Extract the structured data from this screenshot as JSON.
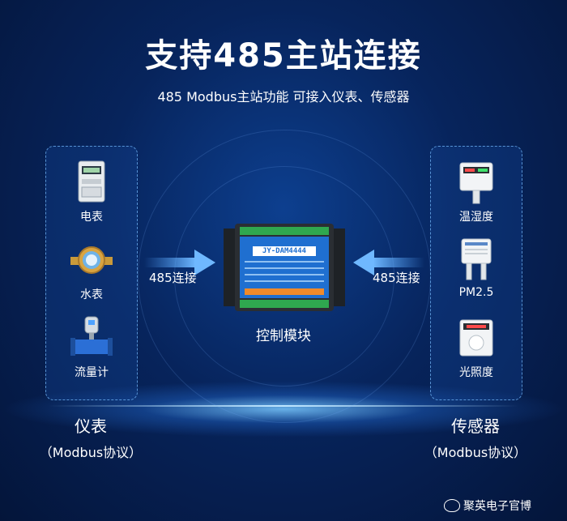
{
  "header": {
    "title": "支持485主站连接",
    "subtitle": "485 Modbus主站功能  可接入仪表、传感器"
  },
  "left_panel": {
    "items": [
      {
        "label": "电表",
        "icon": "electric-meter-icon"
      },
      {
        "label": "水表",
        "icon": "water-meter-icon"
      },
      {
        "label": "流量计",
        "icon": "flow-meter-icon"
      }
    ],
    "group_label": "仪表",
    "group_sub": "（Modbus协议）"
  },
  "right_panel": {
    "items": [
      {
        "label": "温湿度",
        "icon": "temp-humidity-sensor-icon"
      },
      {
        "label": "PM2.5",
        "icon": "pm25-sensor-icon"
      },
      {
        "label": "光照度",
        "icon": "light-sensor-icon"
      }
    ],
    "group_label": "传感器",
    "group_sub": "（Modbus协议）"
  },
  "center": {
    "left_arrow_label": "485连接",
    "right_arrow_label": "485连接",
    "device_model": "JY-DAM4444",
    "module_label": "控制模块"
  },
  "watermark": "聚英电子官博",
  "colors": {
    "background": "#07245c",
    "arrow": "#4fa3ff",
    "device_blue": "#1f6fd0",
    "terminal_green": "#2fa84f"
  }
}
